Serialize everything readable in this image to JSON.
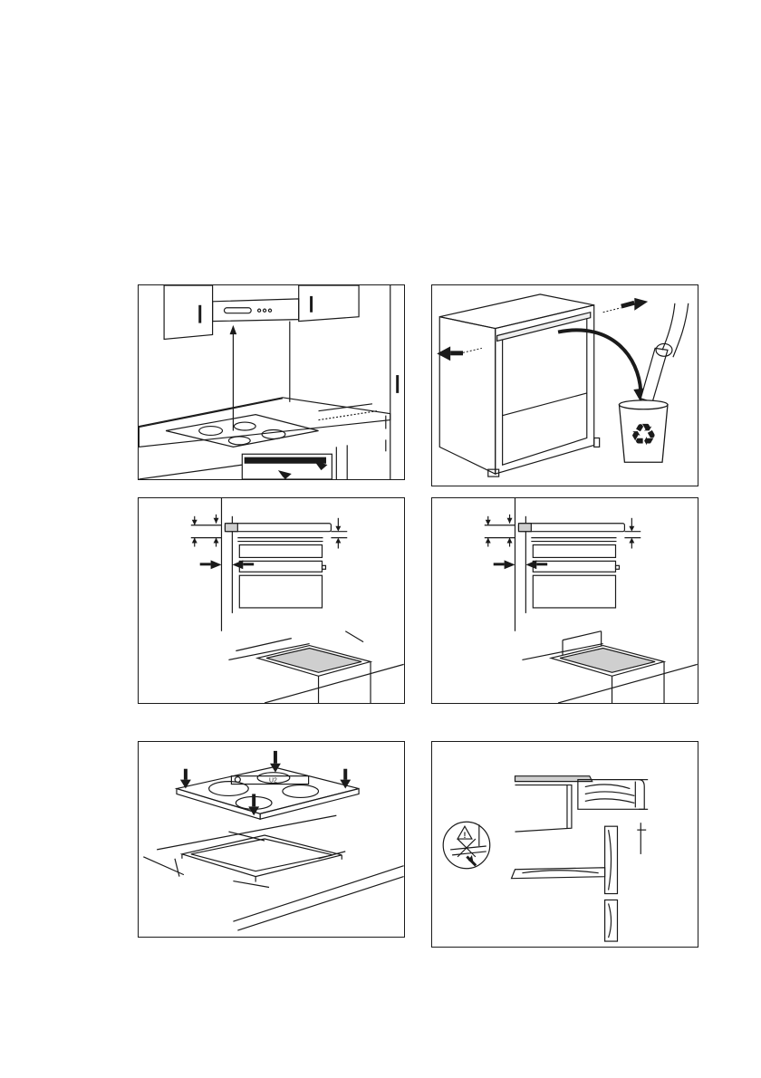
{
  "page": {
    "background": "#ffffff",
    "line_color": "#1a1a1a",
    "fill_gray": "#cfcfcf"
  },
  "figures": [
    {
      "id": "hob-above-cabinet",
      "icon": "hob-installation-icon"
    },
    {
      "id": "cabinet-remove-panel-recycle",
      "icon": "recycle-icon"
    },
    {
      "id": "cutout-dimensions-a",
      "icon": "cutout-icon"
    },
    {
      "id": "cutout-dimensions-b",
      "icon": "cutout-icon"
    },
    {
      "id": "hob-insert-in-cutout",
      "icon": "press-down-icon"
    },
    {
      "id": "worktop-edge-warning",
      "icon": "warning-icon"
    }
  ],
  "labels": {
    "hob_plate_mark": "U2"
  }
}
